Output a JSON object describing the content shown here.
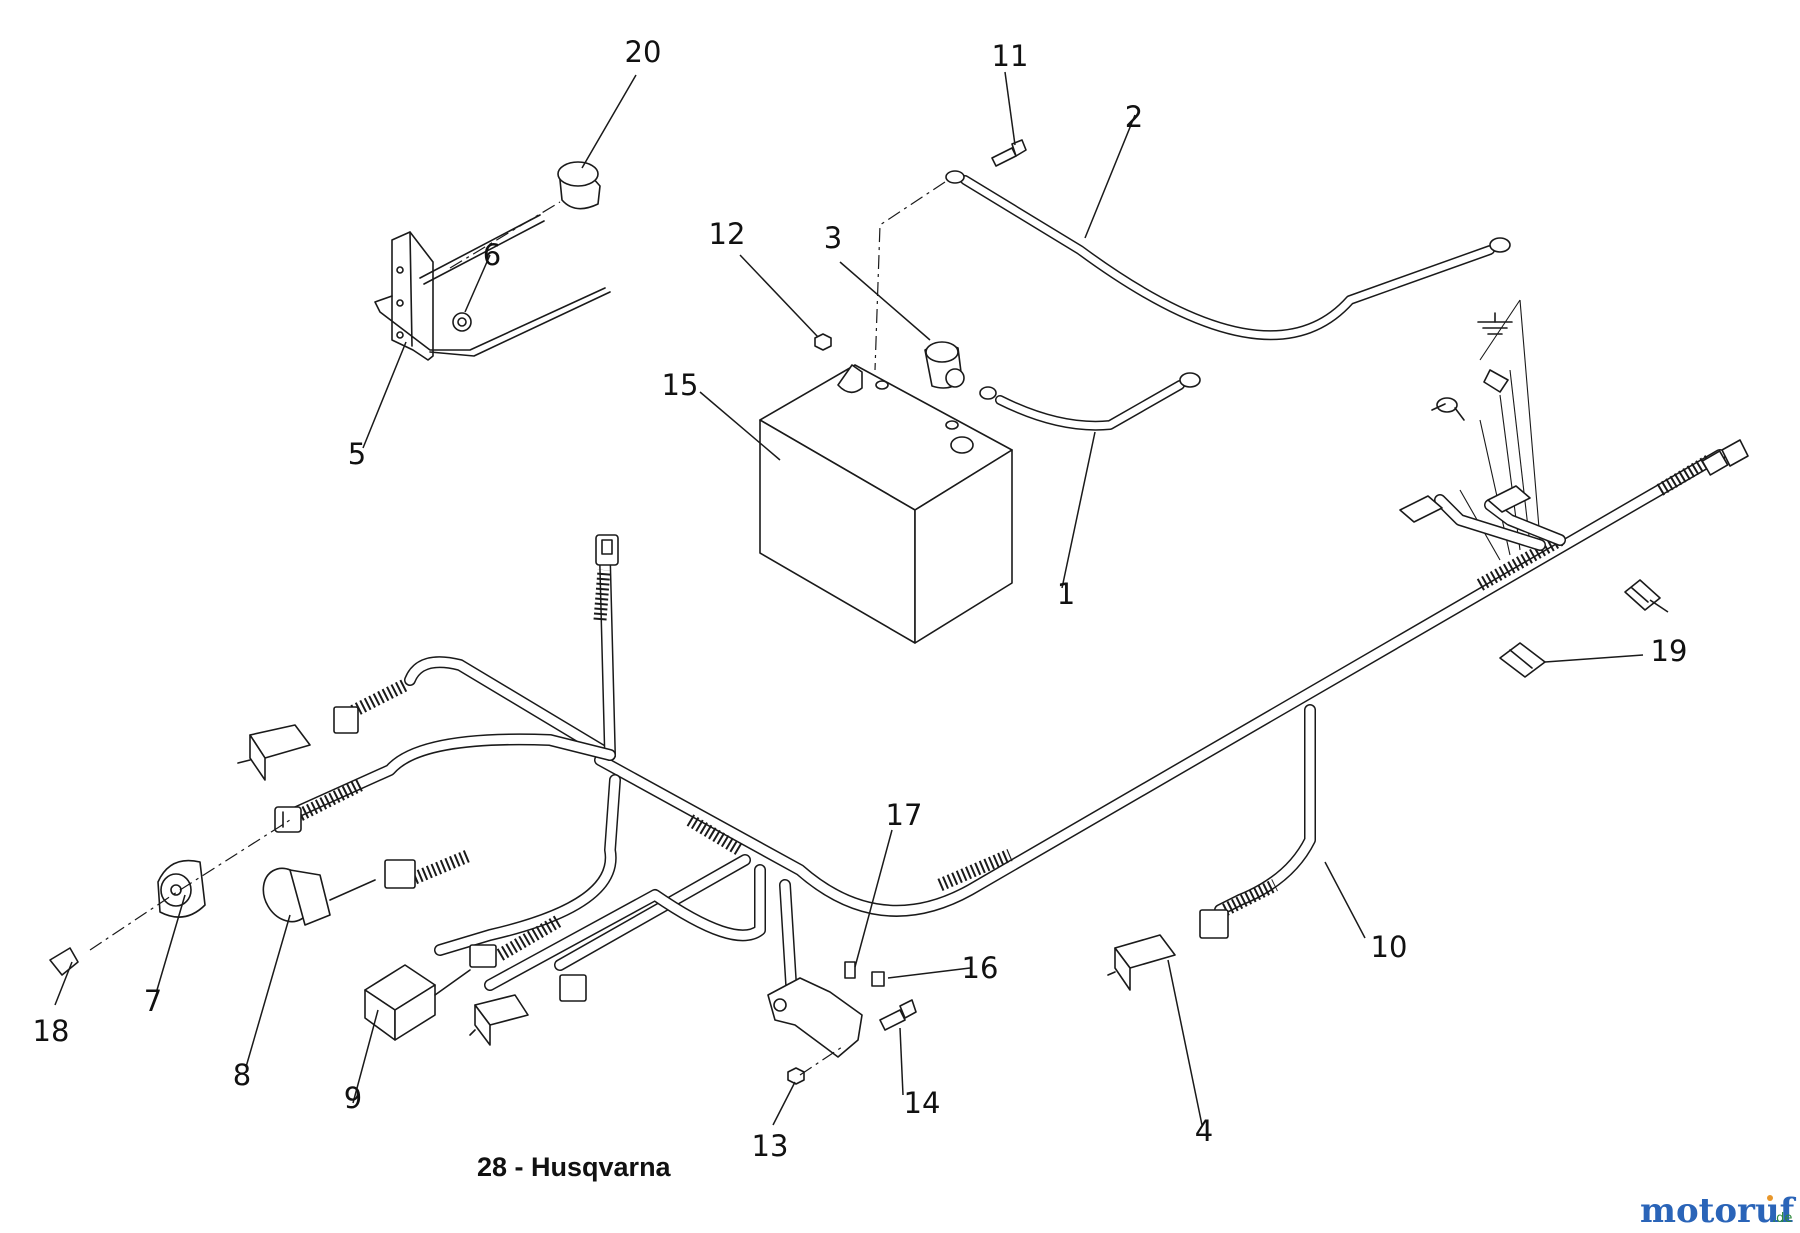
{
  "callouts": [
    "1",
    "2",
    "3",
    "4",
    "5",
    "6",
    "7",
    "8",
    "9",
    "10",
    "11",
    "12",
    "13",
    "14",
    "15",
    "16",
    "17",
    "18",
    "19",
    "20"
  ],
  "caption": "28 - Husqvarna",
  "watermark": {
    "name": "motoruf",
    "suffix": ".de",
    "color_main": "#2a64b8",
    "color_dot": "#e8962a",
    "color_suffix": "#2e8a3c"
  },
  "line_color": "#1a1a1a",
  "background": "#ffffff"
}
